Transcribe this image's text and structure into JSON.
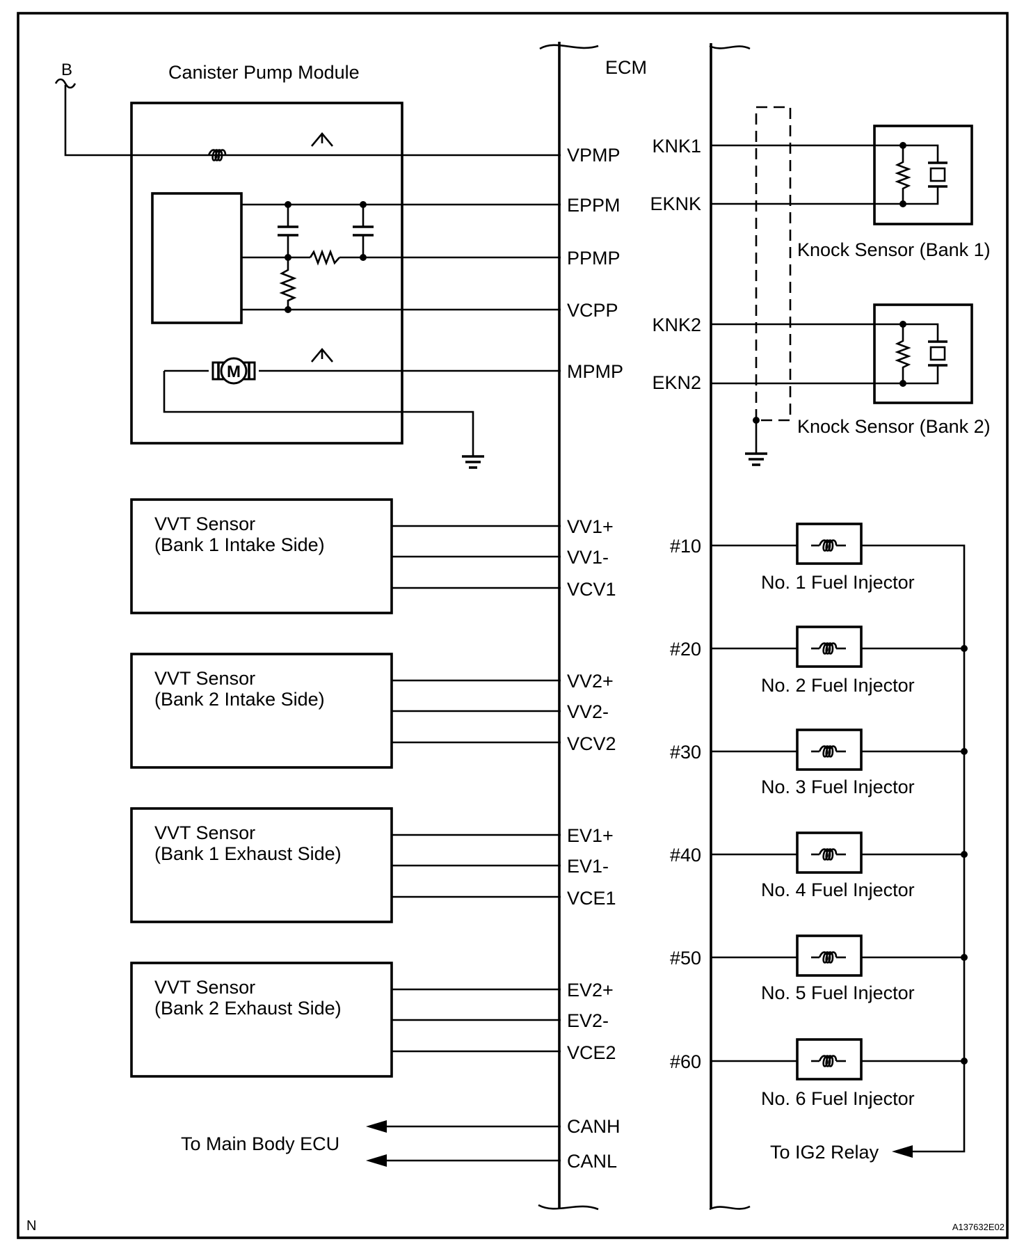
{
  "source_label": "B",
  "ecm_label": "ECM",
  "canister": {
    "title": "Canister Pump Module",
    "motor_symbol": "M"
  },
  "ecm_left_pins": [
    "VPMP",
    "EPPM",
    "PPMP",
    "VCPP",
    "MPMP",
    "VV1+",
    "VV1-",
    "VCV1",
    "VV2+",
    "VV2-",
    "VCV2",
    "EV1+",
    "EV1-",
    "VCE1",
    "EV2+",
    "EV2-",
    "VCE2",
    "CANH",
    "CANL"
  ],
  "ecm_right_pins": [
    "KNK1",
    "EKNK",
    "KNK2",
    "EKN2",
    "#10",
    "#20",
    "#30",
    "#40",
    "#50",
    "#60"
  ],
  "knock_sensors": [
    "Knock Sensor (Bank 1)",
    "Knock Sensor (Bank 2)"
  ],
  "vvt_sensors": [
    {
      "line1": "VVT Sensor",
      "line2": "(Bank 1 Intake Side)"
    },
    {
      "line1": "VVT Sensor",
      "line2": "(Bank 2 Intake Side)"
    },
    {
      "line1": "VVT Sensor",
      "line2": "(Bank 1 Exhaust Side)"
    },
    {
      "line1": "VVT Sensor",
      "line2": "(Bank 2 Exhaust Side)"
    }
  ],
  "injectors": [
    "No. 1 Fuel Injector",
    "No. 2 Fuel Injector",
    "No. 3 Fuel Injector",
    "No. 4 Fuel Injector",
    "No. 5 Fuel Injector",
    "No. 6 Fuel Injector"
  ],
  "can_destination": "To Main Body ECU",
  "relay_destination": "To IG2 Relay",
  "corner_left": "N",
  "figure_code": "A137632E02"
}
